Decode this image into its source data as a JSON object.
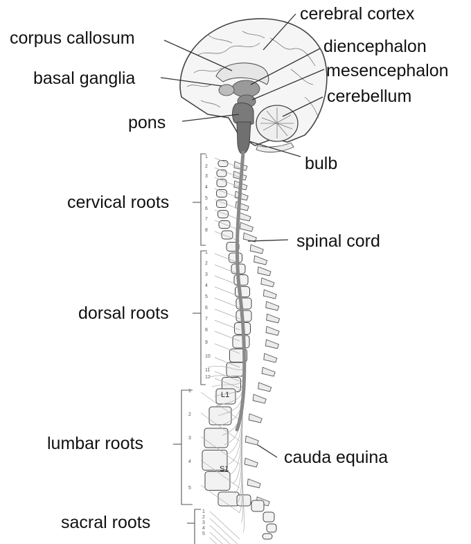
{
  "labels": {
    "cerebral_cortex": "cerebral cortex",
    "corpus_callosum": "corpus callosum",
    "diencephalon": "diencephalon",
    "mesencephalon": "mesencephalon",
    "basal_ganglia": "basal ganglia",
    "cerebellum": "cerebellum",
    "pons": "pons",
    "bulb": "bulb",
    "cervical_roots": "cervical roots",
    "spinal_cord": "spinal cord",
    "dorsal_roots": "dorsal roots",
    "lumbar_roots": "lumbar roots",
    "cauda_equina": "cauda equina",
    "sacral_roots": "sacral roots"
  },
  "vertebra_labels": {
    "l1": "L1",
    "s1": "S1"
  },
  "segment_numbers": {
    "cervical": [
      "1",
      "2",
      "3",
      "4",
      "5",
      "6",
      "7",
      "8"
    ],
    "dorsal": [
      "1",
      "2",
      "3",
      "4",
      "5",
      "6",
      "7",
      "8",
      "9",
      "10",
      "11",
      "12"
    ],
    "lumbar": [
      "1",
      "2",
      "3",
      "4",
      "5"
    ],
    "sacral": [
      "1",
      "2",
      "3",
      "4",
      "5"
    ]
  },
  "colors": {
    "brainstem": "#7a7a7a",
    "spinal_cord": "#8a8a8a",
    "lines": "#333333"
  }
}
